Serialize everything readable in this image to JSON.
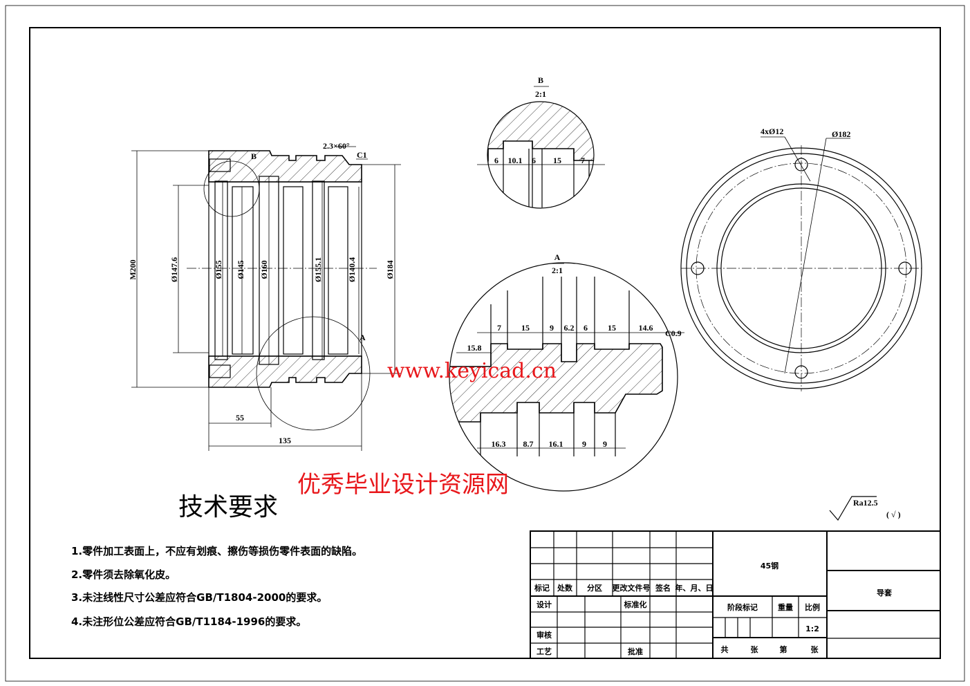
{
  "drawing": {
    "part_name": "导套",
    "material": "45钢",
    "scale": "1:2",
    "roughness": "Ra12.5",
    "roughness_other": "( √ )"
  },
  "main_view": {
    "thread": "M200",
    "diameters": [
      "Ø147.6",
      "Ø155",
      "Ø145",
      "Ø160",
      "Ø155.1",
      "Ø140.4",
      "Ø184"
    ],
    "lengths": [
      "55",
      "135"
    ],
    "chamfer": "2.3×60°",
    "chamfer_c": "C1",
    "detail_b_mark": "B",
    "detail_a_mark": "A"
  },
  "detail_b": {
    "label": "B",
    "scale": "2:1",
    "dims": [
      "6",
      "10.1",
      "6",
      "15",
      "7"
    ]
  },
  "detail_a": {
    "label": "A",
    "scale": "2:1",
    "top_dims": [
      "7",
      "15",
      "9",
      "6.2",
      "6",
      "15",
      "14.6"
    ],
    "chamfer": "C0.9",
    "left_dim": "15.8",
    "bottom_dims": [
      "16.3",
      "8.7",
      "16.1",
      "9",
      "9"
    ]
  },
  "end_view": {
    "holes": "4xØ12",
    "pcd": "Ø182"
  },
  "requirements": {
    "title": "技术要求",
    "items": [
      "1.零件加工表面上，不应有划痕、擦伤等损伤零件表面的缺陷。",
      "2.零件须去除氧化皮。",
      "3.未注线性尺寸公差应符合GB/T1804-2000的要求。",
      "4.未注形位公差应符合GB/T1184-1996的要求。"
    ]
  },
  "title_block": {
    "headers": [
      "标记",
      "处数",
      "分区",
      "更改文件号",
      "签名",
      "年、月、日"
    ],
    "design": "设计",
    "standard": "标准化",
    "review": "审核",
    "process": "工艺",
    "approve": "批准",
    "stage": "阶段标记",
    "weight": "重量",
    "ratio": "比例",
    "total": "共",
    "sheets": "张",
    "page": "第",
    "sheet2": "张"
  },
  "watermark": {
    "line1": "优秀毕业设计资源网",
    "line2": "www.keyicad.cn"
  }
}
